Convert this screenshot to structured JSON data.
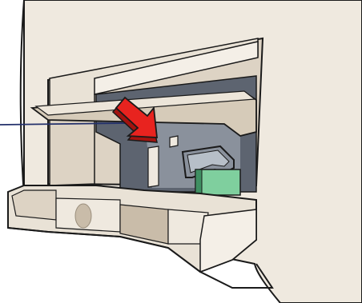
{
  "illustration": {
    "icons": [
      "printer-cover-opening",
      "indicator-arrow",
      "leader-line"
    ],
    "colors": {
      "background": "#ffffff",
      "outline": "#1a1a1a",
      "body_light": "#efe9df",
      "body_mid": "#ddd3c4",
      "body_shadow": "#c9bca9",
      "cavity_dark": "#5d6470",
      "cavity_mid": "#8a919c",
      "green_part": "#7fcf9e",
      "green_dark": "#3f8f62",
      "arrow_red": "#e8231f",
      "arrow_shade": "#a3130f",
      "leader_line": "#23306b"
    }
  }
}
